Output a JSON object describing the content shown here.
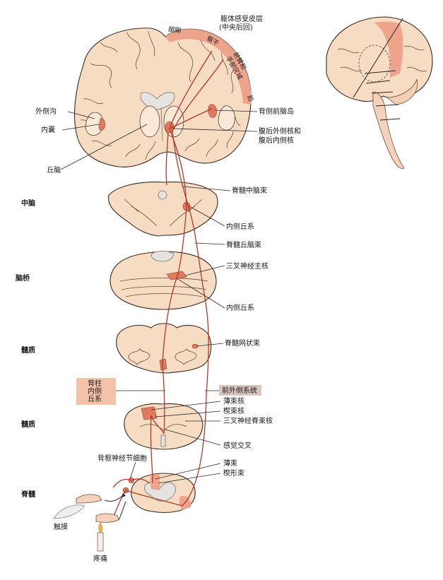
{
  "labels": {
    "leg": "腿脚",
    "somatosensory_cortex": "躯体感受皮层",
    "somatosensory_cortex_sub": "(中央后回)",
    "trunk": "躯干",
    "arm_hand_face_1": "前臂和",
    "arm_hand_face_2": "手部区域",
    "face": "脸",
    "lateral_sulcus": "外侧沟",
    "internal_capsule": "内囊",
    "thalamus": "丘脑",
    "dorsal_anterior_insula": "背侧前脑岛",
    "vpl_vpm_1": "腹后外侧核和",
    "vpm_2": "腹后内侧核",
    "midbrain": "中脑",
    "spinomesencephalic": "脊髓中脑束",
    "medial_lemniscus_1": "内侧丘系",
    "spinothalamic": "脊髓丘脑束",
    "pons": "脑桥",
    "trigeminal_main": "三叉神经主核",
    "medial_lemniscus_2": "内侧丘系",
    "medulla_1": "髓质",
    "spinoreticular": "脊髓网状束",
    "dorsal_column_1": "背柱",
    "dorsal_column_2": "内侧",
    "dorsal_column_3": "丘系",
    "anterolateral": "前外侧系统",
    "medulla_2": "髓质",
    "gracile_nucleus": "薄束核",
    "cuneate_nucleus": "楔束核",
    "trigeminal_spinal": "三叉神经脊束核",
    "sensory_decussation": "感觉交叉",
    "drg_cell": "背根神经节细胞",
    "gracile_fasciculus": "薄束",
    "cuneate_fasciculus": "楔形束",
    "spinal_cord": "脊髓",
    "touch": "触摸",
    "pain": "疼痛"
  },
  "colors": {
    "tissue": "#f7dcc4",
    "highlight": "#e07a5f",
    "pathway": "#b23a26",
    "box_fill": "#f3c2a8",
    "box_fill_gray": "#d9c7bd"
  }
}
